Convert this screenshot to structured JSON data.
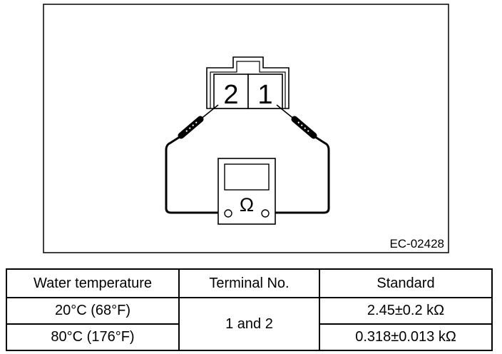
{
  "figure": {
    "terminal_left": "2",
    "terminal_right": "1",
    "meter_symbol": "Ω",
    "figure_code": "EC-02428"
  },
  "table": {
    "headers": [
      "Water temperature",
      "Terminal No.",
      "Standard"
    ],
    "rows": [
      {
        "temperature": "20°C (68°F)",
        "standard": "2.45±0.2 kΩ"
      },
      {
        "temperature": "80°C (176°F)",
        "standard": "0.318±0.013 kΩ"
      }
    ],
    "terminal": "1 and 2"
  }
}
